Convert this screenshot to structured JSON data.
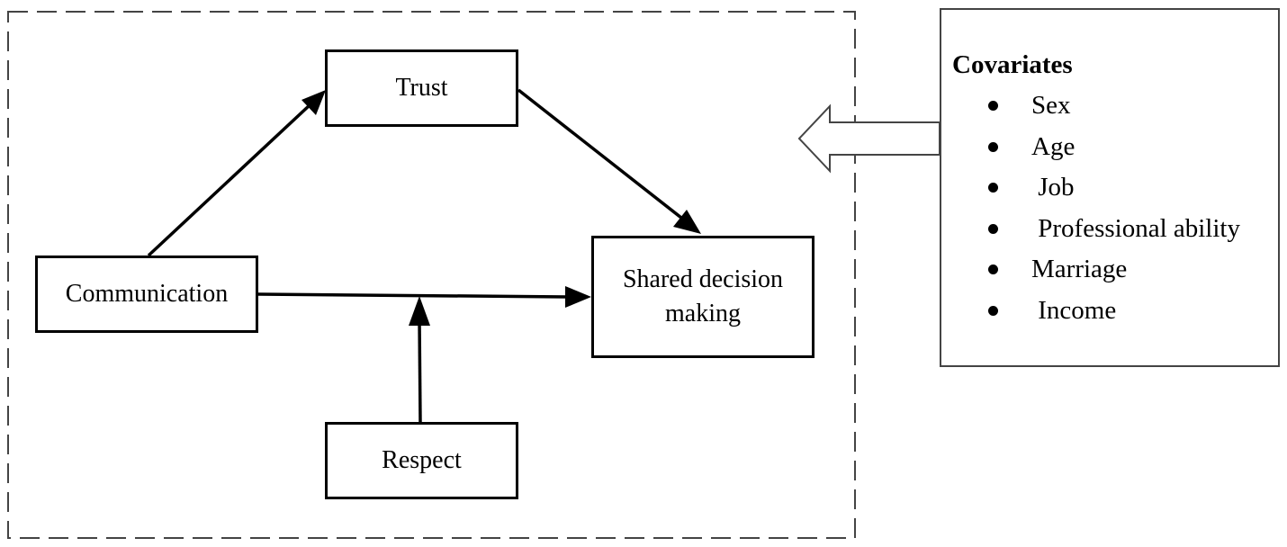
{
  "diagram": {
    "nodes": {
      "trust": "Trust",
      "communication": "Communication",
      "shared_decision_making": "Shared decision making",
      "respect": "Respect"
    }
  },
  "covariates": {
    "title": "Covariates",
    "items": [
      "Sex",
      "Age",
      " Job",
      " Professional ability",
      "Marriage",
      " Income"
    ]
  },
  "colors": {
    "stroke": "#000000",
    "background": "#ffffff",
    "box_border": "#444444"
  }
}
